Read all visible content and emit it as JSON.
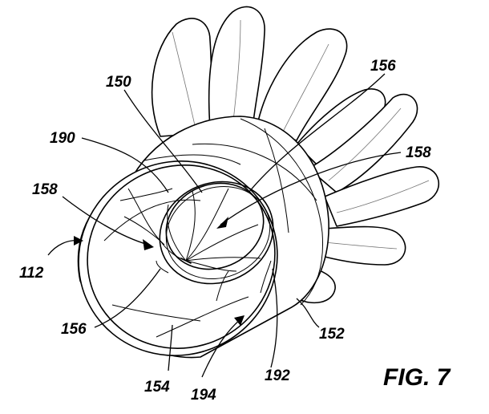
{
  "figure": {
    "label": "FIG. 7",
    "callouts": {
      "r150": "150",
      "r156_top": "156",
      "r158_right": "158",
      "r190": "190",
      "r158_left": "158",
      "r112": "112",
      "r156_bottom": "156",
      "r152": "152",
      "r154": "154",
      "r194": "194",
      "r192": "192"
    }
  }
}
